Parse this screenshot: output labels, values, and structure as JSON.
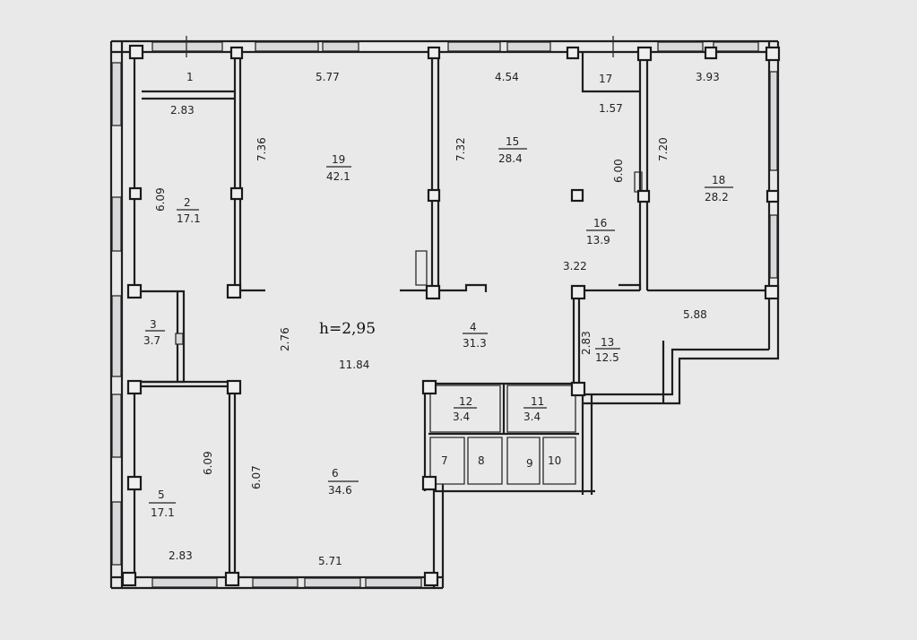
{
  "plan": {
    "ceiling_height": "h=2,95",
    "rooms": [
      {
        "num": "1",
        "area": ""
      },
      {
        "num": "2",
        "area": "17.1"
      },
      {
        "num": "3",
        "area": "3.7"
      },
      {
        "num": "4",
        "area": "31.3"
      },
      {
        "num": "5",
        "area": "17.1"
      },
      {
        "num": "6",
        "area": "34.6"
      },
      {
        "num": "7",
        "area": ""
      },
      {
        "num": "8",
        "area": ""
      },
      {
        "num": "9",
        "area": ""
      },
      {
        "num": "10",
        "area": ""
      },
      {
        "num": "11",
        "area": "3.4"
      },
      {
        "num": "12",
        "area": "3.4"
      },
      {
        "num": "13",
        "area": "12.5"
      },
      {
        "num": "15",
        "area": "28.4"
      },
      {
        "num": "16",
        "area": "13.9"
      },
      {
        "num": "17",
        "area": ""
      },
      {
        "num": "18",
        "area": "28.2"
      },
      {
        "num": "19",
        "area": "42.1"
      }
    ],
    "dimensions": [
      "5.77",
      "4.54",
      "3.93",
      "2.83",
      "1.57",
      "7.36",
      "7.32",
      "6.00",
      "7.20",
      "6.09",
      "3.22",
      "5.88",
      "2.83",
      "2.76",
      "11.84",
      "6.09",
      "6.07",
      "2.83",
      "5.71"
    ]
  }
}
